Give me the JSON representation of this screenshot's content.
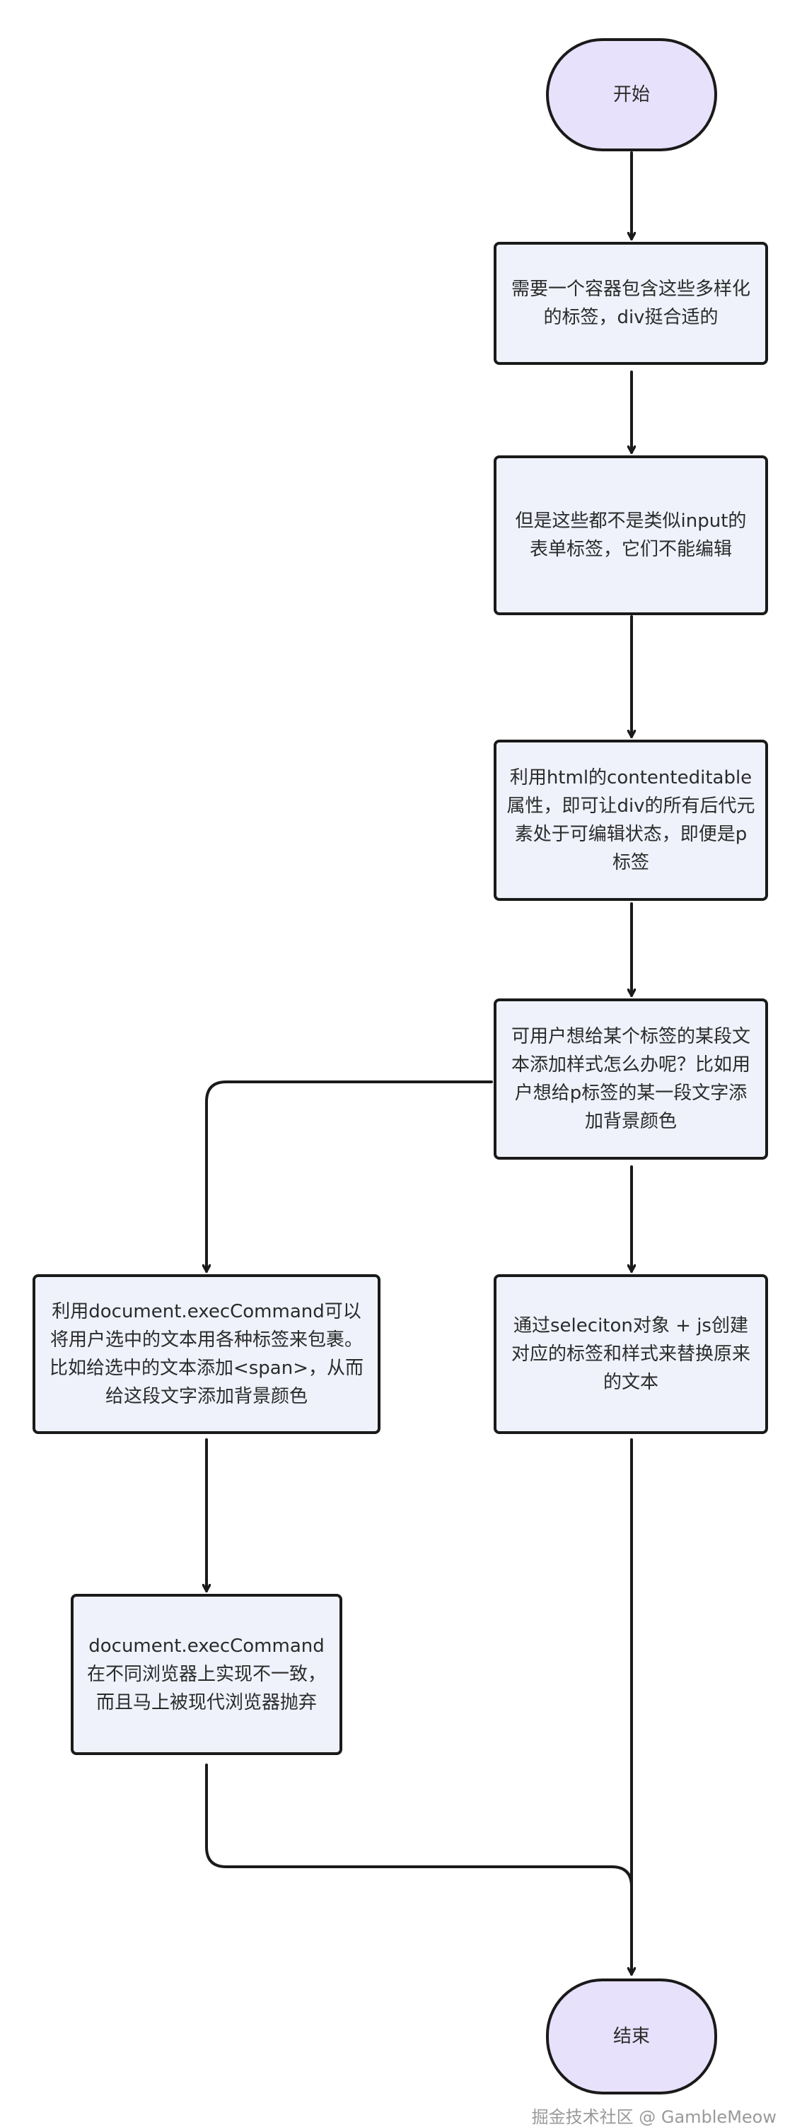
{
  "nodes": {
    "start": "开始",
    "step1": "需要一个容器包含这些多样化的标签，div挺合适的",
    "step2": "但是这些都不是类似input的表单标签，它们不能编辑",
    "step3": "利用html的contenteditable属性，即可让div的所有后代元素处于可编辑状态，即便是p标签",
    "step4": "可用户想给某个标签的某段文本添加样式怎么办呢？比如用户想给p标签的某一段文字添加背景颜色",
    "left1": "利用document.execCommand可以将用户选中的文本用各种标签来包裹。比如给选中的文本添加<span>，从而给这段文字添加背景颜色",
    "left2": "document.execCommand在不同浏览器上实现不一致，而且马上被现代浏览器抛弃",
    "right1": "通过seleciton对象 + js创建对应的标签和样式来替换原来的文本",
    "end": "结束"
  },
  "watermark": "掘金技术社区 @ GambleMeow",
  "colors": {
    "process_fill": "#eff2fb",
    "terminal_fill": "#e8e1fb",
    "stroke": "#1a1a1a"
  }
}
